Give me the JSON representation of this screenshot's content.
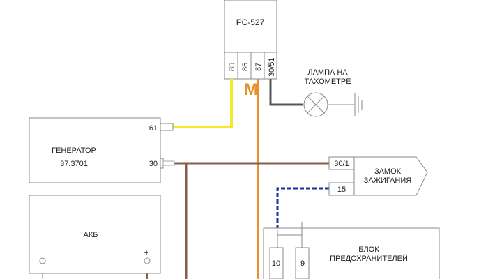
{
  "relay": {
    "title": "РС-527",
    "pins": [
      "85",
      "86",
      "87",
      "30/51"
    ],
    "bridge_glyph": "M"
  },
  "lamp": {
    "label_line1": "ЛАМПА НА",
    "label_line2": "ТАХОМЕТРЕ"
  },
  "generator": {
    "title": "ГЕНЕРАТОР",
    "model": "37.3701",
    "pin_61": "61",
    "pin_30": "30"
  },
  "ignition": {
    "title_line1": "ЗАМОК",
    "title_line2": "ЗАЖИГАНИЯ",
    "pin_30_1": "30/1",
    "pin_15": "15"
  },
  "battery": {
    "title": "АКБ",
    "plus": "+"
  },
  "fuse_block": {
    "title_line1": "БЛОК",
    "title_line2": "ПРЕДОХРАНИТЕЛЕЙ",
    "fuses": [
      "10",
      "9"
    ]
  },
  "colors": {
    "yellow": "#f5e92a",
    "orange": "#e8902a",
    "brown": "#8a5a4a",
    "dark": "#555555",
    "blue": "#1a2fa0",
    "outline": "#888888"
  }
}
